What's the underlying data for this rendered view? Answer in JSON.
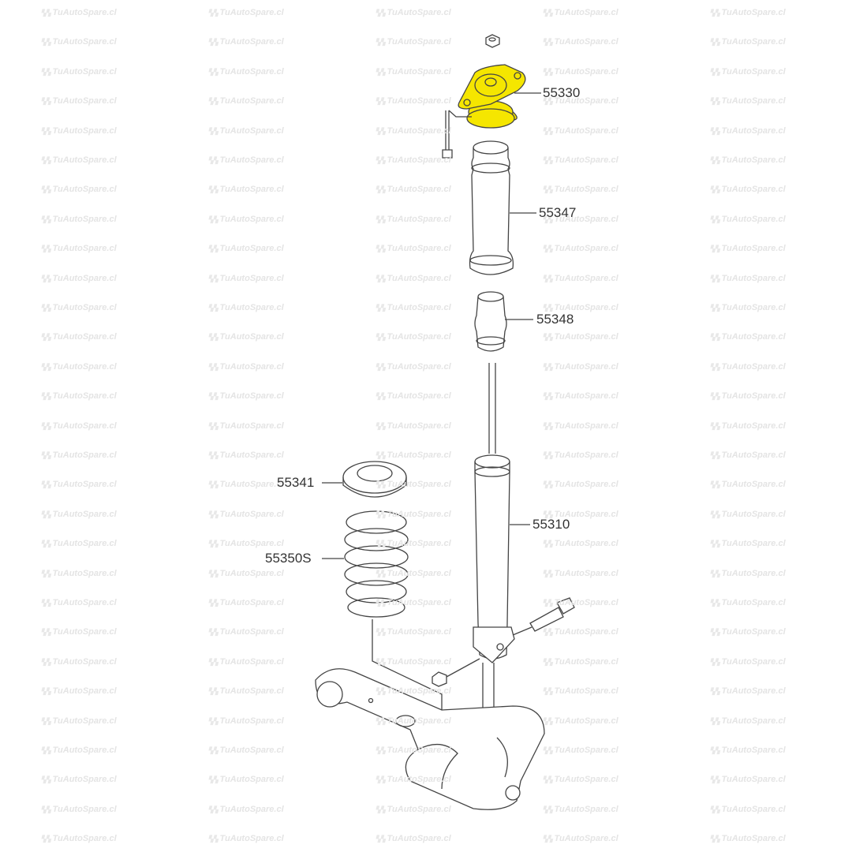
{
  "watermark": "TuAutoSpare.cl",
  "highlight_color": "#f5e600",
  "parts": [
    {
      "id": "55330",
      "label": "55330",
      "highlighted": true
    },
    {
      "id": "55347",
      "label": "55347"
    },
    {
      "id": "55348",
      "label": "55348"
    },
    {
      "id": "55341",
      "label": "55341"
    },
    {
      "id": "55310",
      "label": "55310"
    },
    {
      "id": "55350S",
      "label": "55350S"
    }
  ]
}
